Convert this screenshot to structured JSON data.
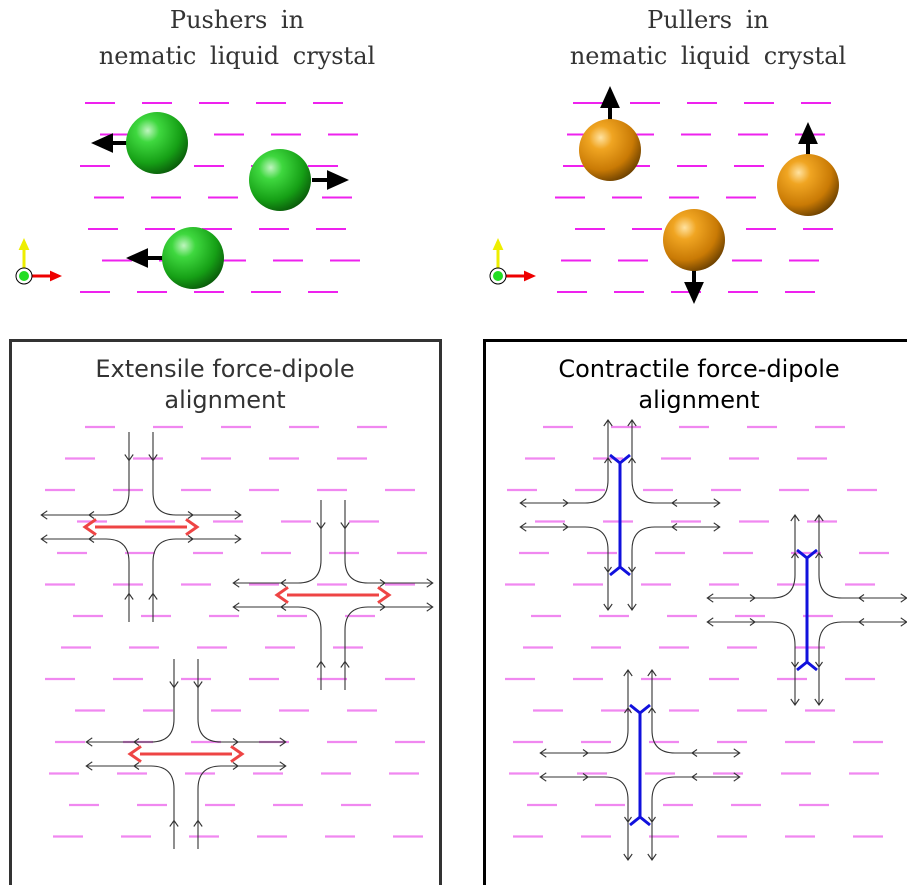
{
  "colors": {
    "nematic_dark": "#ee22ee",
    "nematic_light": "#f088f0",
    "pusher_sphere": "#22bb22",
    "puller_sphere": "#e0900a",
    "extensile_arrow": "#ee4444",
    "contractile_dipole": "#1111dd",
    "axis_y": "#eeee00",
    "axis_x": "#ee0000",
    "axis_origin": "#22dd22",
    "frame_left": "#333333",
    "frame_right": "#000000"
  },
  "icons": {
    "axes": "xyz-axes-icon",
    "particle": "sphere-icon",
    "direction": "arrow-icon"
  },
  "panels": {
    "pushers": {
      "title_line1": "Pushers in",
      "title_line2": "nematic liquid crystal",
      "particle_count": 3
    },
    "pullers": {
      "title_line1": "Pullers in",
      "title_line2": "nematic liquid crystal",
      "particle_count": 3
    },
    "extensile": {
      "title_line1": "Extensile force-dipole",
      "title_line2": "alignment",
      "dipole_count": 3
    },
    "contractile": {
      "title_line1": "Contractile force-dipole",
      "title_line2": "alignment",
      "dipole_count": 3
    }
  }
}
